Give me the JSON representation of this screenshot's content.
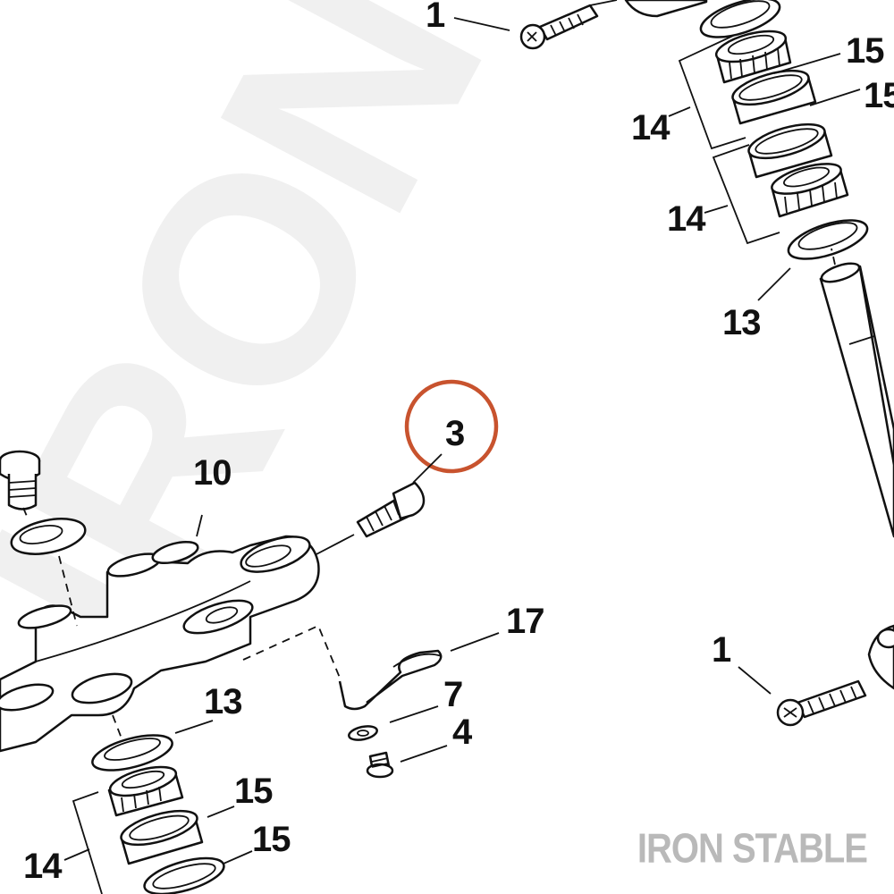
{
  "watermark": {
    "text": "IRON STABLE"
  },
  "brand": {
    "text": "IRON STABLE"
  },
  "highlight": {
    "color": "#c8532e",
    "part": "3"
  },
  "callouts": {
    "c1_top": "1",
    "c15_a": "15",
    "c15_b": "15",
    "c14_a": "14",
    "c14_b": "14",
    "c13_right": "13",
    "c3": "3",
    "c10": "10",
    "c17": "17",
    "c7": "7",
    "c4": "4",
    "c1_right": "1",
    "c13_left": "13",
    "c15_c": "15",
    "c15_d": "15",
    "c14_c": "14"
  }
}
